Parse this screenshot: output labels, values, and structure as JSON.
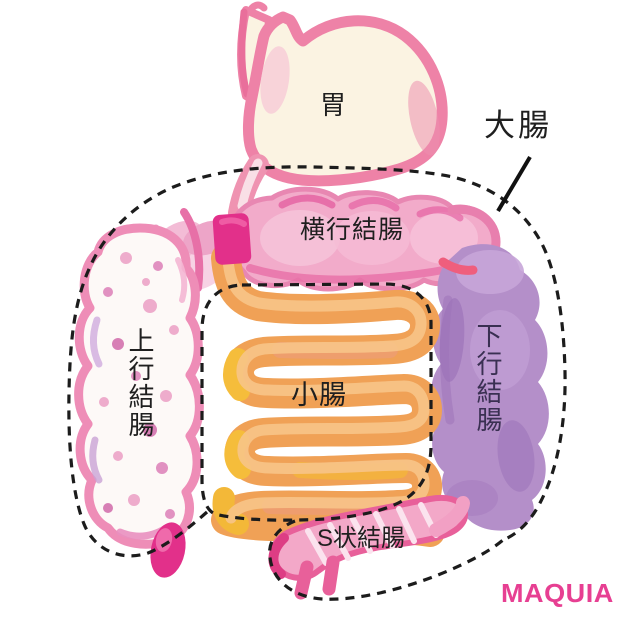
{
  "figure": {
    "title_context": "digestive-system-illustration",
    "labels": {
      "stomach": "胃",
      "large_intestine": "大腸",
      "transverse_colon": "横行結腸",
      "ascending_colon": "上行結腸",
      "descending_colon": "下行結腸",
      "small_intestine": "小腸",
      "sigmoid_colon": "S状結腸"
    },
    "branding": {
      "logo": "MAQUIA"
    },
    "colors": {
      "ink": "#1f1f1f",
      "ink_purple": "#3a3052",
      "dash": "#1c1c1c",
      "logo": "#e73f92",
      "stomach_fill": "#fbf3e2",
      "stomach_border": "#ee82a7",
      "transverse": "#f2abca",
      "ascending_border": "#ee8db7",
      "ascending_fill": "#fdf9f7",
      "descending": "#b48fc9",
      "small_intestine": "#f0a156",
      "sigmoid": "#f3a8c8",
      "magenta": "#e2308a"
    }
  }
}
